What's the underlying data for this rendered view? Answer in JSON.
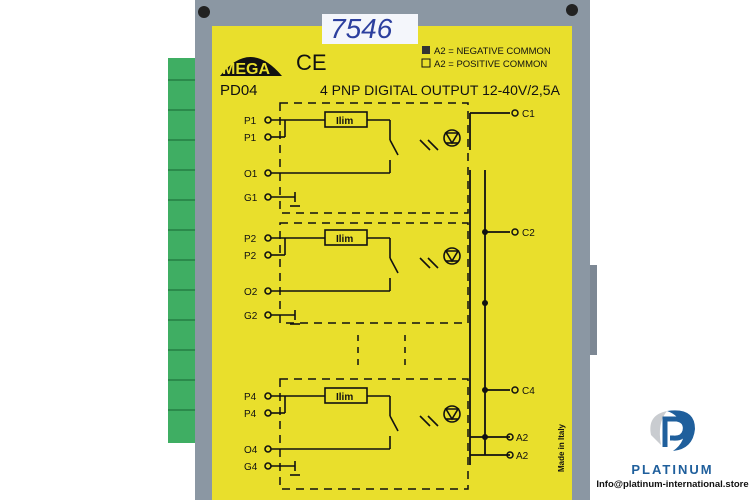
{
  "device": {
    "handwritten_label": "7546",
    "brand_logo": "MEGA",
    "ce_mark": "CE",
    "legend": [
      "A2 = NEGATIVE COMMON",
      "A2 = POSITIVE COMMON"
    ],
    "model": "PD04",
    "description": "4 PNP DIGITAL OUTPUT 12-40V/2,5A",
    "current_limit_label": "Ilim",
    "channels": [
      {
        "p_a": "P1",
        "p_b": "P1",
        "o": "O1",
        "g": "G1",
        "c": "C1"
      },
      {
        "p_a": "P2",
        "p_b": "P2",
        "o": "O2",
        "g": "G2",
        "c": "C2"
      },
      {
        "p_a": "P4",
        "p_b": "P4",
        "o": "O4",
        "g": "G4",
        "c": "C4"
      }
    ],
    "a2_terminals": [
      "A2",
      "A2"
    ],
    "made_in": "Made in Italy"
  },
  "watermark": {
    "brand": "PLATINUM",
    "email": "Info@platinum-international.store"
  },
  "colors": {
    "yellow": "#e9df2c",
    "housing": "#8b97a3",
    "terminal_green": "#3fae63",
    "brand_blue": "#1f5f9c"
  }
}
